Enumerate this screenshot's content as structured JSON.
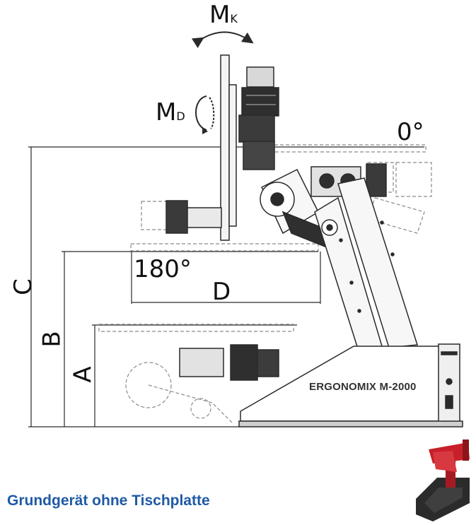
{
  "labels": {
    "mk": {
      "main": "M",
      "sub": "K"
    },
    "md": {
      "main": "M",
      "sub": "D"
    },
    "angle_top": "0°",
    "angle_bottom": "180°",
    "dim_a": "A",
    "dim_b": "B",
    "dim_c": "C",
    "dim_d": "D"
  },
  "model_name": "ERGONOMIX M-2000",
  "caption": "Grundgerät ohne Tischplatte",
  "colors": {
    "caption": "#1f5aa6",
    "line": "#2a2a2a",
    "dashed": "#8a8a8a",
    "product_red": "#c8202a",
    "product_dark": "#2b2b2b"
  },
  "icons": {
    "thumbnail": "product-photo-thumbnail"
  }
}
